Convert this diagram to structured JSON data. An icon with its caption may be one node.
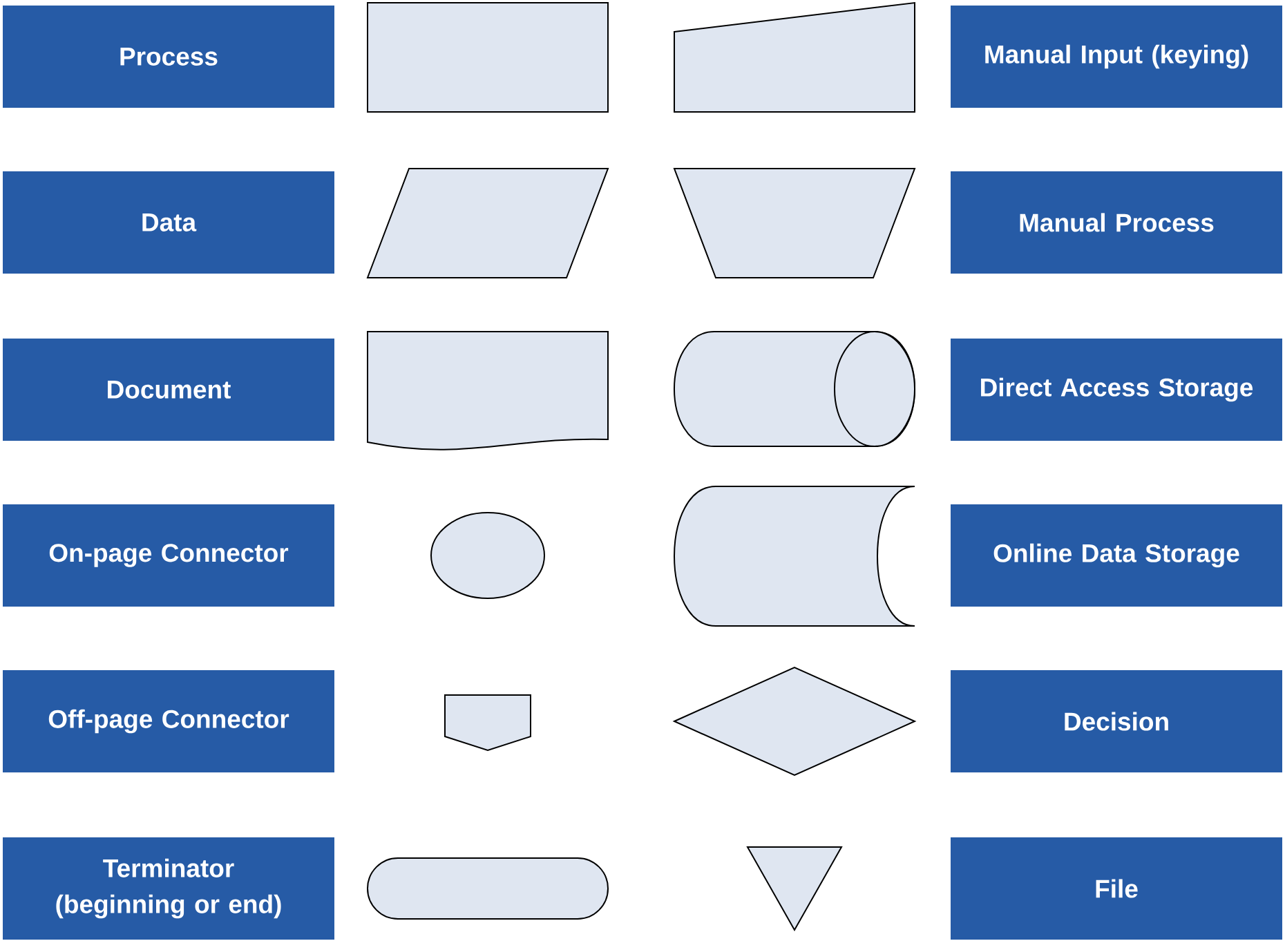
{
  "diagram": {
    "nodes": [
      {
        "text": [
          "Process"
        ]
      },
      {
        "text": [],
        "shape": "box"
      },
      {
        "text": [],
        "shape": "quadrilateral"
      },
      {
        "text": [
          "Manual Input (keying)"
        ]
      },
      {
        "text": [
          "Data"
        ]
      },
      {
        "text": [],
        "shape": "parallelogram"
      },
      {
        "text": [],
        "shape": "trapezoid"
      },
      {
        "text": [
          "Manual Process"
        ]
      },
      {
        "text": [
          "Document"
        ]
      },
      {
        "text": [],
        "shape": "document"
      },
      {
        "text": [],
        "shape": "cylinder"
      },
      {
        "text": [
          "Direct Access Storage"
        ]
      },
      {
        "text": [
          "On-page Connector"
        ]
      },
      {
        "text": [],
        "shape": "ellipse"
      },
      {
        "text": [],
        "shape": "drum"
      },
      {
        "text": [
          "Online Data Storage"
        ]
      },
      {
        "text": [
          "Off-page Connector"
        ]
      },
      {
        "text": [],
        "shape": "pentagon"
      },
      {
        "text": [],
        "shape": "diamond"
      },
      {
        "text": [
          "Decision"
        ]
      },
      {
        "text": [
          "Terminator (beginning or end)"
        ]
      },
      {
        "text": [],
        "shape": "capsule"
      },
      {
        "text": [],
        "shape": "triangle"
      },
      {
        "text": [
          "File"
        ]
      }
    ]
  }
}
